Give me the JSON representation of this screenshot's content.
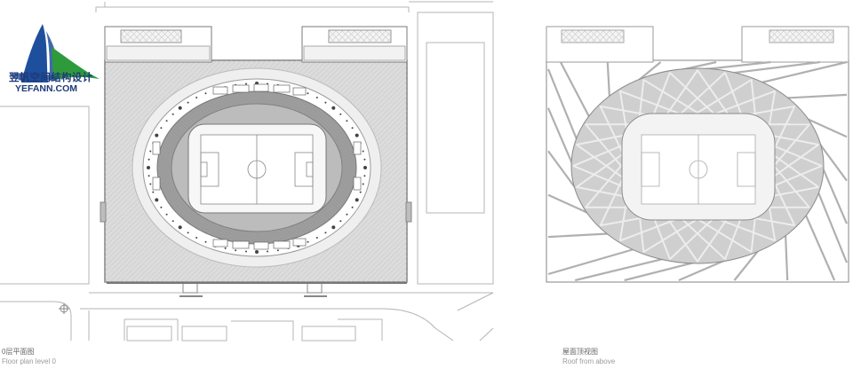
{
  "logo": {
    "name_cn": "翌帆空间结构设计",
    "url_text": "YEFANN.COM",
    "colors": {
      "blue": "#1e4f9c",
      "green": "#2e9a3c",
      "navy": "#1e3a78"
    }
  },
  "left_plan": {
    "caption_cn": "0层平面图",
    "caption_en": "Floor plan level 0"
  },
  "right_plan": {
    "caption_cn": "屋面顶视图",
    "caption_en": "Roof from above"
  },
  "colors": {
    "line": "#8a8a8a",
    "thin_line": "#b5b5b5",
    "podium_fill": "#dcdcdc",
    "stands_fill": "#a8a8a8",
    "roof_band_fill": "#d0d0d0",
    "pitch_fill": "#ffffff"
  }
}
